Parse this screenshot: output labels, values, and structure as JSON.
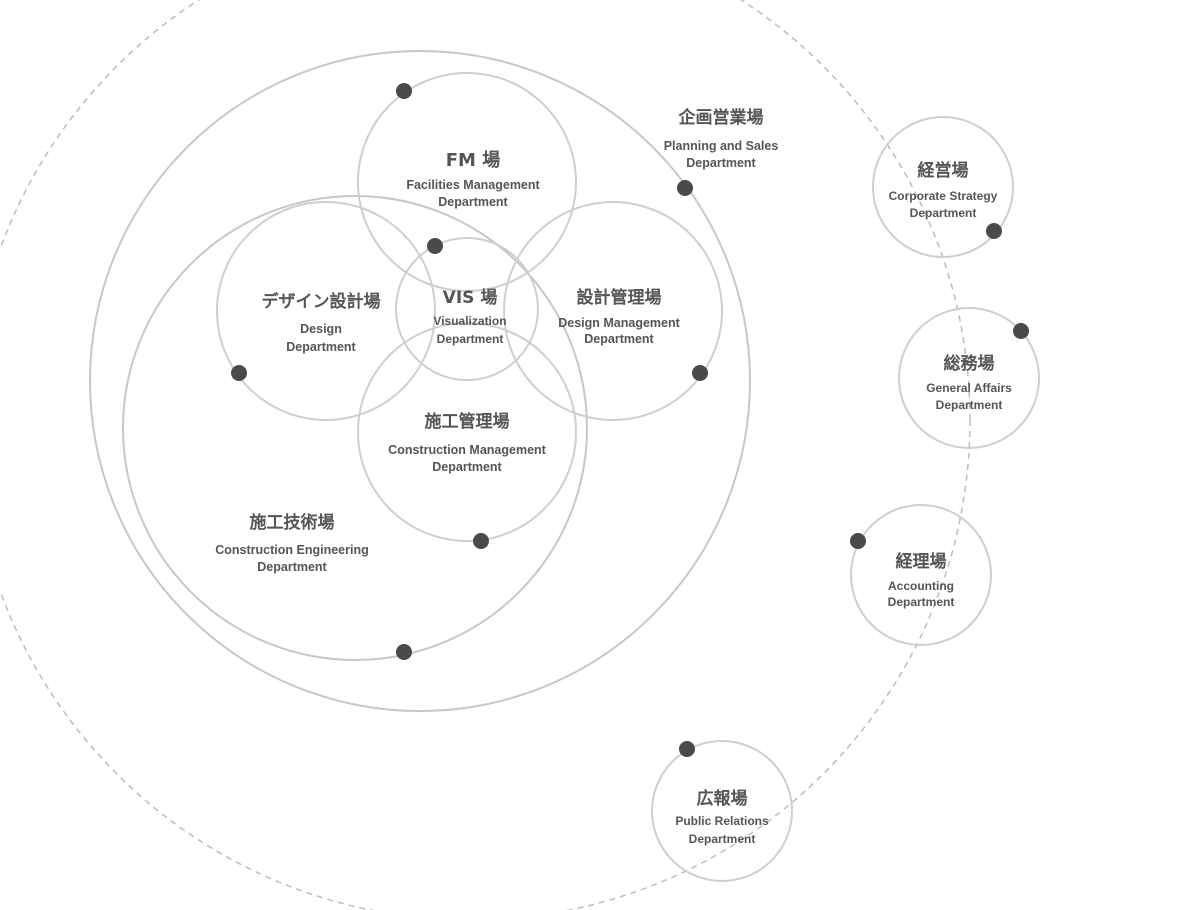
{
  "departments": {
    "planning_sales": {
      "jp": "企画営業場",
      "en1": "Planning and Sales",
      "en2": "Department"
    },
    "fm": {
      "jp": "FM 場",
      "en1": "Facilities Management",
      "en2": "Department"
    },
    "design": {
      "jp": "デザイン設計場",
      "en1": "Design",
      "en2": "Department"
    },
    "vis": {
      "jp": "VIS 場",
      "en1": "Visualization",
      "en2": "Department"
    },
    "design_mgmt": {
      "jp": "設計管理場",
      "en1": "Design Management",
      "en2": "Department"
    },
    "construction_mgmt": {
      "jp": "施工管理場",
      "en1": "Construction Management",
      "en2": "Department"
    },
    "construction_eng": {
      "jp": "施工技術場",
      "en1": "Construction Engineering",
      "en2": "Department"
    },
    "corporate_strategy": {
      "jp": "経営場",
      "en1": "Corporate Strategy",
      "en2": "Department"
    },
    "general_affairs": {
      "jp": "総務場",
      "en1": "General Affairs",
      "en2": "Department"
    },
    "accounting": {
      "jp": "経理場",
      "en1": "Accounting",
      "en2": "Department"
    },
    "public_relations": {
      "jp": "広報場",
      "en1": "Public Relations",
      "en2": "Department"
    }
  },
  "colors": {
    "line": "#cfcfcf",
    "dot": "#4a4a4a",
    "text": "#555555"
  }
}
